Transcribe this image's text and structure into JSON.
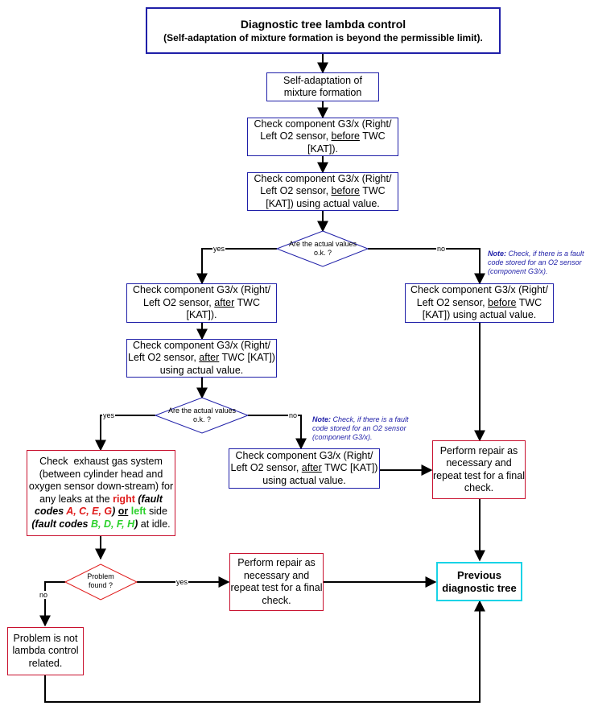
{
  "title": {
    "line1": "Diagnostic tree lambda control",
    "line2": "(Self-adaptation of mixture formation is beyond the permissible limit)."
  },
  "boxes": {
    "self_adapt": "Self-adaptation of mixture formation",
    "check_before_a": "Check component G3/x (Right/ Left O2 sensor, before TWC [KAT]).",
    "check_before_actual": "Check component G3/x (Right/ Left O2 sensor, before TWC [KAT]) using actual value.",
    "left_after_a": "Check component G3/x (Right/ Left O2 sensor, after TWC [KAT]).",
    "left_after_actual": "Check component G3/x (Right/ Left O2 sensor, after TWC [KAT]) using actual value.",
    "right_before_actual": "Check component G3/x (Right/ Left O2 sensor, before TWC [KAT]) using actual value.",
    "mid_after_actual": "Check component G3/x (Right/ Left O2 sensor, after TWC [KAT]) using actual value.",
    "exhaust": "Check exhaust gas system (between cylinder head and oxygen sensor down-stream) for any leaks at the right (fault codes A, C, E, G) or left side (fault codes B, D, F, H) at idle.",
    "repair_right": "Perform repair as necessary and repeat test for a final check.",
    "repair_mid": "Perform repair as necessary and repeat test for a final check.",
    "previous": "Previous diagnostic tree",
    "not_lambda": "Problem is not lambda control related."
  },
  "decisions": {
    "actual_ok_1": "Are the actual values o.k. ?",
    "actual_ok_2": "Are the actual values o.k. ?",
    "problem_found": "Problem found ?"
  },
  "labels": {
    "yes_1": "yes",
    "no_1": "no",
    "yes_2": "yes",
    "no_2": "no",
    "yes_3": "yes",
    "no_3": "no"
  },
  "notes": {
    "note_1": "Note: Check, if there is a fault code stored for an O2 sensor (component G3/x).",
    "note_2": "Note: Check, if there is a fault code stored for an O2 sensor (component G3/x)."
  },
  "colors": {
    "title_border": "#1f1fa8",
    "blue_box": "#1f1fa8",
    "red_box": "#c8102e",
    "cyan_box": "#19d3e6",
    "right_side": "#e01a1a",
    "left_side": "#2bd12b"
  }
}
